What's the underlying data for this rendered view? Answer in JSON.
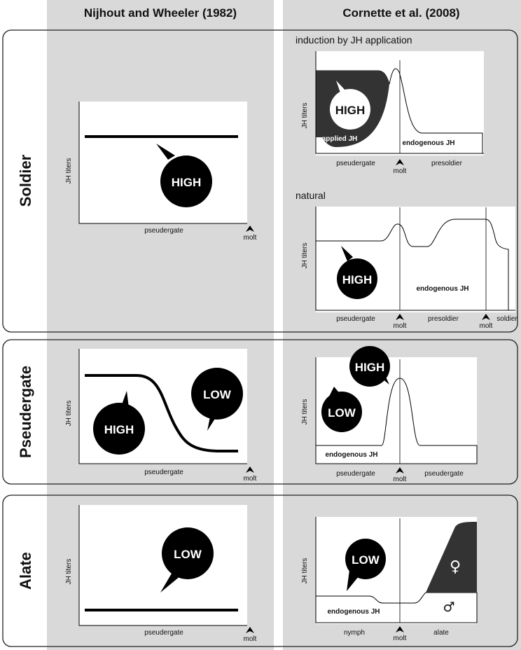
{
  "columns": {
    "left": "Nijhout and Wheeler (1982)",
    "right": "Cornette et al. (2008)"
  },
  "rows": {
    "soldier": "Soldier",
    "pseudergate": "Pseudergate",
    "alate": "Alate"
  },
  "labels": {
    "y_axis": "JH titers",
    "molt": "molt",
    "pseudergate": "pseudergate",
    "presoldier": "presoldier",
    "soldier": "soldier",
    "nymph": "nymph",
    "alate": "alate",
    "endogenous_jh": "endogenous JH",
    "applied_jh": "applied JH",
    "high": "HIGH",
    "low": "LOW",
    "female": "♀",
    "male": "♂"
  },
  "subtitles": {
    "induction": "induction by JH application",
    "natural": "natural"
  },
  "colors": {
    "panel_gray": "#d9d9d9",
    "fill_dark": "#333333",
    "ink": "#000000"
  }
}
